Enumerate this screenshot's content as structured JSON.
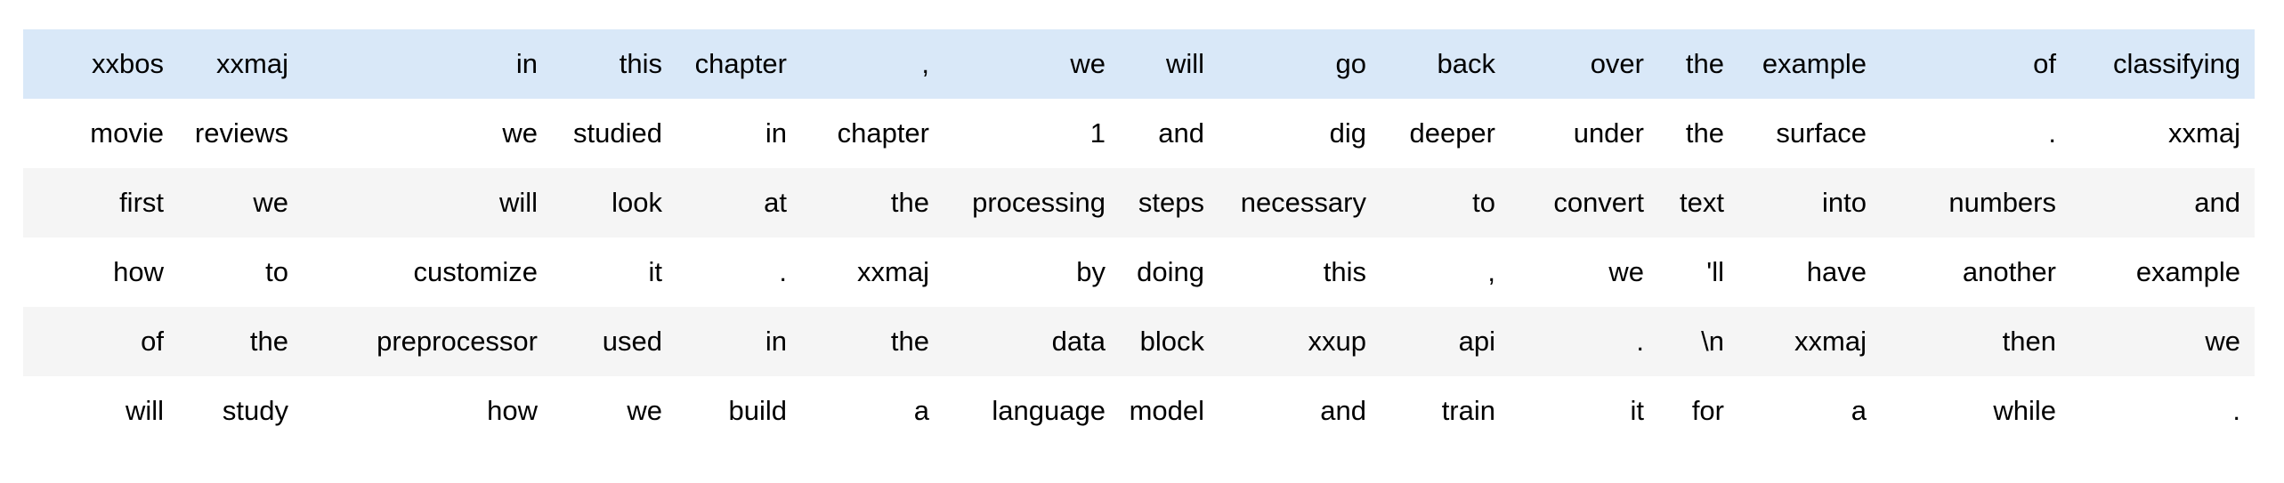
{
  "table": {
    "description": "tokenized-text-batch",
    "column_count": 15,
    "row_count": 6,
    "row_styles": [
      "highlight",
      "plain",
      "stripe",
      "plain",
      "stripe",
      "plain"
    ],
    "rows": [
      [
        "xxbos",
        "xxmaj",
        "in",
        "this",
        "chapter",
        ",",
        "we",
        "will",
        "go",
        "back",
        "over",
        "the",
        "example",
        "of",
        "classifying"
      ],
      [
        "movie",
        "reviews",
        "we",
        "studied",
        "in",
        "chapter",
        "1",
        "and",
        "dig",
        "deeper",
        "under",
        "the",
        "surface",
        ".",
        "xxmaj"
      ],
      [
        "first",
        "we",
        "will",
        "look",
        "at",
        "the",
        "processing",
        "steps",
        "necessary",
        "to",
        "convert",
        "text",
        "into",
        "numbers",
        "and"
      ],
      [
        "how",
        "to",
        "customize",
        "it",
        ".",
        "xxmaj",
        "by",
        "doing",
        "this",
        ",",
        "we",
        "'ll",
        "have",
        "another",
        "example"
      ],
      [
        "of",
        "the",
        "preprocessor",
        "used",
        "in",
        "the",
        "data",
        "block",
        "xxup",
        "api",
        ".",
        "\\n",
        "xxmaj",
        "then",
        "we"
      ],
      [
        "will",
        "study",
        "how",
        "we",
        "build",
        "a",
        "language",
        "model",
        "and",
        "train",
        "it",
        "for",
        "a",
        "while",
        "."
      ]
    ],
    "colors": {
      "highlight": "#d9e8f8",
      "stripe": "#f5f5f5",
      "background": "#ffffff",
      "text": "#000000"
    }
  }
}
